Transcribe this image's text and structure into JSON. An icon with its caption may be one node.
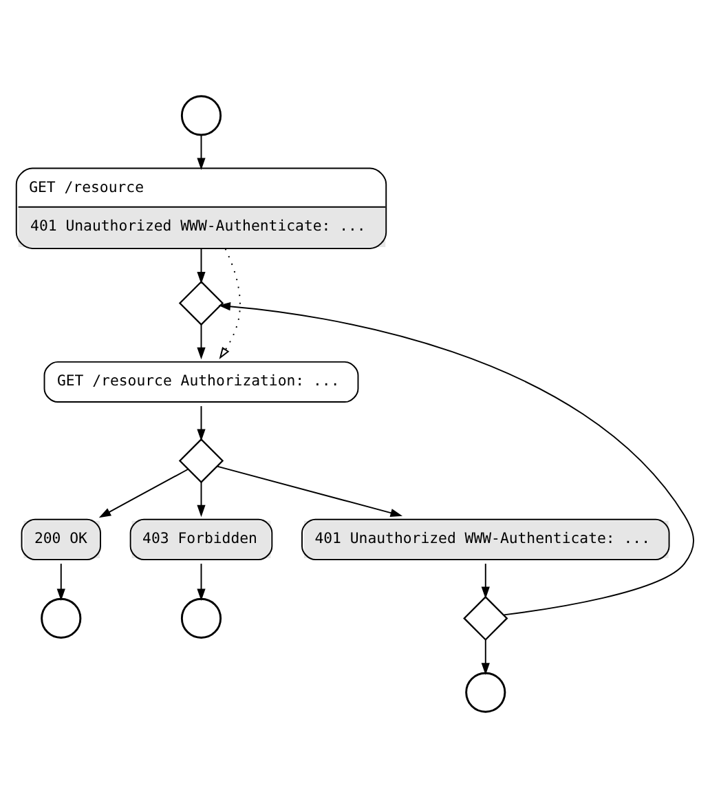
{
  "diagram": {
    "nodes": [
      {
        "text": [],
        "shape": "circle"
      },
      {
        "text": [
          "GET /resource",
          "401 Unauthorized WWW-Authenticate: ..."
        ]
      },
      {
        "text": [],
        "shape": "diamond"
      },
      {
        "text": [
          "GET /resource Authorization: ..."
        ]
      },
      {
        "text": [],
        "shape": "diamond"
      },
      {
        "text": [
          "200 OK"
        ]
      },
      {
        "text": [
          "403 Forbidden"
        ]
      },
      {
        "text": [
          "401 Unauthorized WWW-Authenticate: ..."
        ]
      },
      {
        "text": [],
        "shape": "circle"
      },
      {
        "text": [],
        "shape": "circle"
      },
      {
        "text": [],
        "shape": "diamond"
      },
      {
        "text": [],
        "shape": "circle"
      }
    ],
    "edges": [
      {
        "from": 0,
        "to": 1,
        "arrow": "to"
      },
      {
        "from": 1,
        "to": 2,
        "arrow": "to"
      },
      {
        "from": 2,
        "to": 3,
        "arrow": "to"
      },
      {
        "from": 1,
        "to": 3,
        "arrow": "to",
        "style": "dashed"
      },
      {
        "from": 3,
        "to": 4,
        "arrow": "to"
      },
      {
        "from": 4,
        "to": 5,
        "arrow": "to"
      },
      {
        "from": 4,
        "to": 6,
        "arrow": "to"
      },
      {
        "from": 4,
        "to": 7,
        "arrow": "to"
      },
      {
        "from": 5,
        "to": 8,
        "arrow": "to"
      },
      {
        "from": 6,
        "to": 9,
        "arrow": "to"
      },
      {
        "from": 7,
        "to": 10,
        "arrow": "to"
      },
      {
        "from": 10,
        "to": 11,
        "arrow": "to"
      },
      {
        "from": 10,
        "to": 2,
        "arrow": "to"
      }
    ]
  }
}
